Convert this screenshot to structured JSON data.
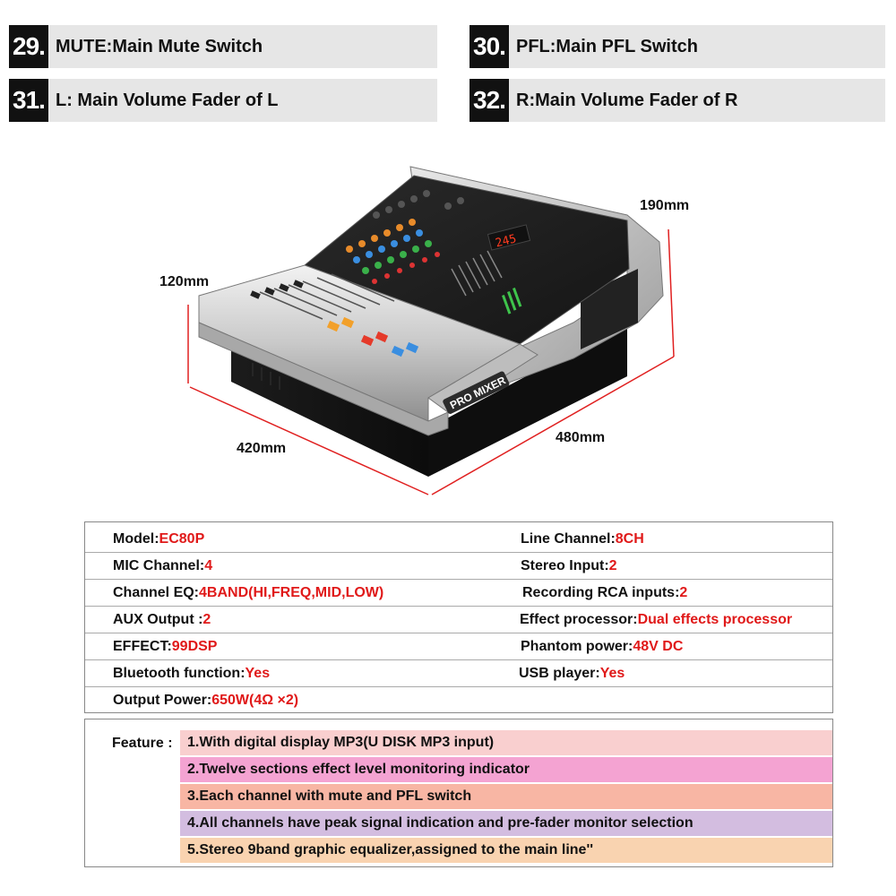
{
  "legend": [
    {
      "num": "29.",
      "text": "MUTE:Main Mute Switch"
    },
    {
      "num": "30.",
      "text": "PFL:Main PFL Switch"
    },
    {
      "num": "31.",
      "text": "L: Main Volume Fader of L"
    },
    {
      "num": "32.",
      "text": "R:Main Volume Fader of R"
    }
  ],
  "product": {
    "brand_label": "PRO MIXER",
    "display_readout": "245",
    "dimensions": {
      "depth_top": "190mm",
      "height": "120mm",
      "width_front": "420mm",
      "depth_side": "480mm"
    }
  },
  "specs": [
    {
      "left": {
        "label": "Model:",
        "value": "EC80P"
      },
      "right": {
        "label": "Line Channel:",
        "value": "8CH"
      }
    },
    {
      "left": {
        "label": "MIC Channel:",
        "value": "4"
      },
      "right": {
        "label": "Stereo Input:",
        "value": "2"
      }
    },
    {
      "left": {
        "label": "Channel EQ:",
        "value": "4BAND(HI,FREQ,MID,LOW)"
      },
      "right": {
        "label": "Recording RCA inputs:",
        "value": "2"
      }
    },
    {
      "left": {
        "label": "AUX Output :",
        "value": "2"
      },
      "right": {
        "label": "Effect processor:",
        "value": "Dual effects processor"
      }
    },
    {
      "left": {
        "label": "EFFECT:",
        "value": "99DSP"
      },
      "right": {
        "label": "Phantom power:",
        "value": "48V DC"
      }
    },
    {
      "left": {
        "label": "Bluetooth function:",
        "value": "Yes"
      },
      "right": {
        "label": "USB player:",
        "value": "Yes"
      }
    },
    {
      "left": {
        "label": "Output Power:",
        "value": "650W(4Ω ×2)"
      }
    }
  ],
  "feature": {
    "label": "Feature :",
    "items": [
      {
        "text": "1.With digital display MP3(U DISK MP3 input)",
        "color": "#f9cfcf"
      },
      {
        "text": "2.Twelve sections effect level monitoring indicator",
        "color": "#f4a3d2"
      },
      {
        "text": "3.Each channel with mute and PFL switch",
        "color": "#f8b6a4"
      },
      {
        "text": "4.All channels have peak signal indication and pre-fader monitor selection",
        "color": "#d3bde0"
      },
      {
        "text": "5.Stereo 9band graphic equalizer,assigned to the main line''",
        "color": "#f9d3b0"
      }
    ]
  },
  "colors": {
    "accent_value": "#e01919",
    "dimension_line": "#e02020",
    "legend_bg": "#e6e6e6",
    "number_bg": "#111111"
  }
}
